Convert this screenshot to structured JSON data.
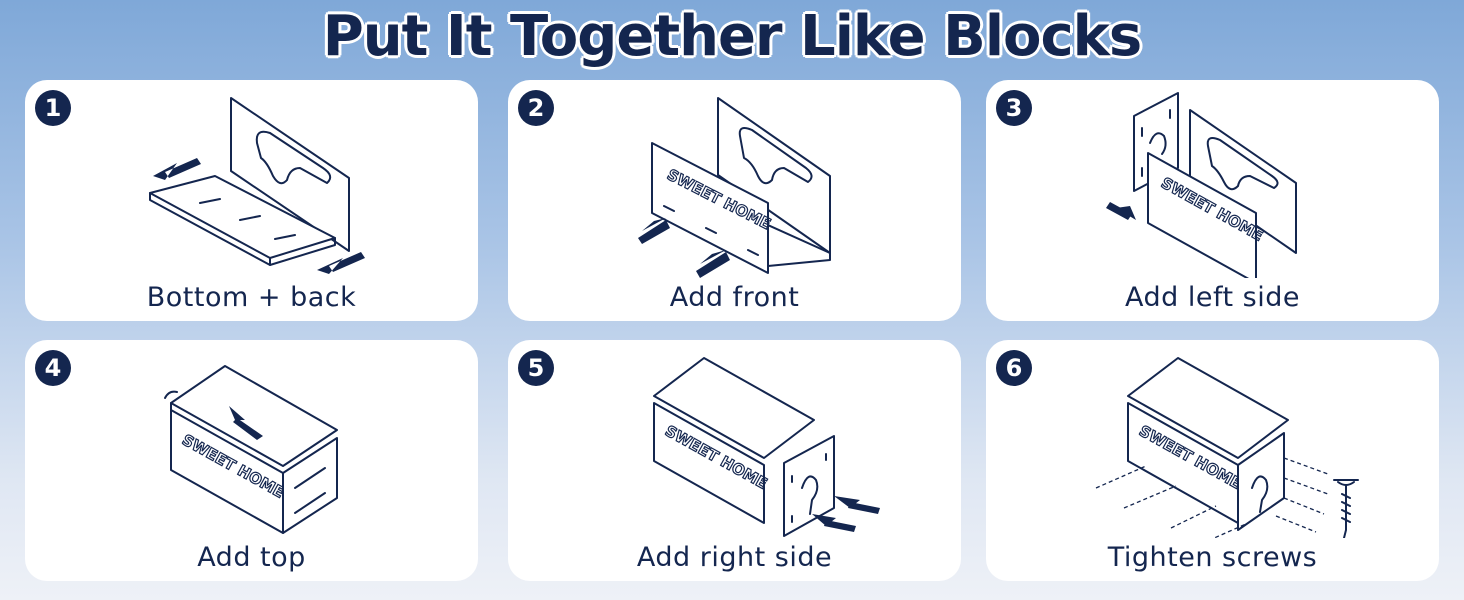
{
  "title": "Put It Together Like Blocks",
  "colors": {
    "navy": "#14264f",
    "card": "#ffffff",
    "bg_top": "#7fa8d8",
    "bg_bottom": "#eef1f7"
  },
  "board_text": "SWEET HOME",
  "steps": [
    {
      "number": "1",
      "label": "Bottom + back"
    },
    {
      "number": "2",
      "label": "Add front"
    },
    {
      "number": "3",
      "label": "Add left side"
    },
    {
      "number": "4",
      "label": "Add top"
    },
    {
      "number": "5",
      "label": "Add right side"
    },
    {
      "number": "6",
      "label": "Tighten screws"
    }
  ]
}
